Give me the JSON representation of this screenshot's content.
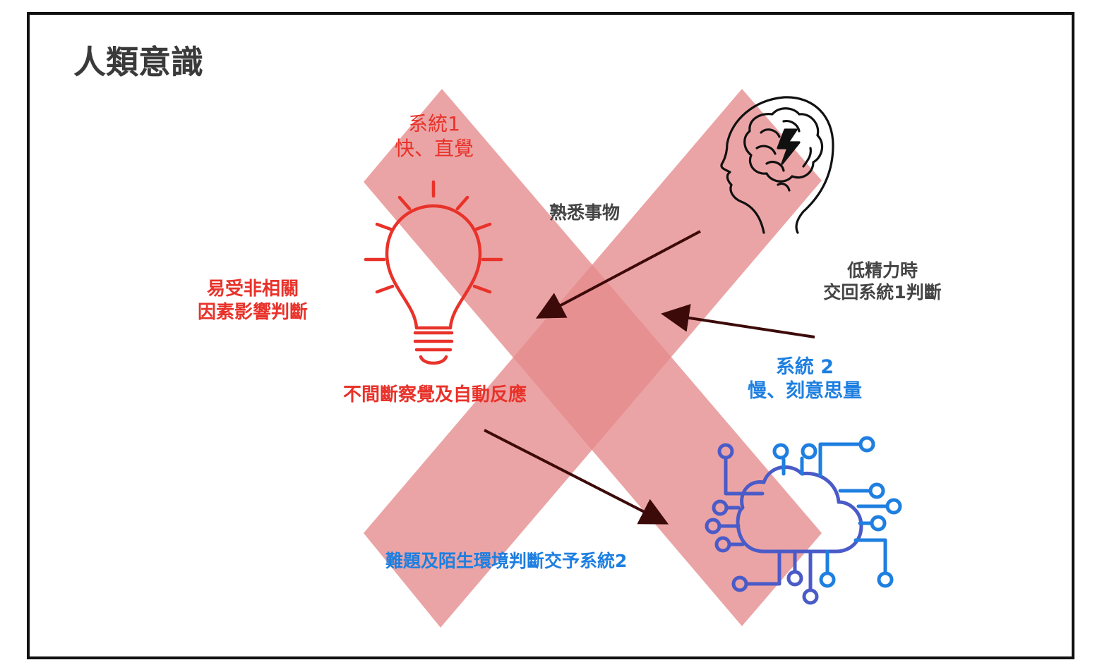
{
  "title": "人類意識",
  "colors": {
    "cross": "#e68a8c",
    "red": "#e8322a",
    "blue": "#1e7fe0",
    "arrow": "#3d0a0a",
    "text_dark": "#444444"
  },
  "system1": {
    "line1": "系統1",
    "line2": "快、直覺",
    "icon": "lightbulb-icon"
  },
  "system2": {
    "line1": "系統 2",
    "line2": "慢、刻意思量",
    "icon": "circuit-cloud-icon"
  },
  "head_icon": "human-head-brain-icon",
  "labels": {
    "familiar": "熟悉事物",
    "low_energy_1": "低精力時",
    "low_energy_2": "交回系統1判斷",
    "bias_1": "易受非相關",
    "bias_2": "因素影響判斷",
    "continuous": "不間斷察覺及自動反應",
    "hard_problems": "難題及陌生環境判斷交予系統2"
  }
}
